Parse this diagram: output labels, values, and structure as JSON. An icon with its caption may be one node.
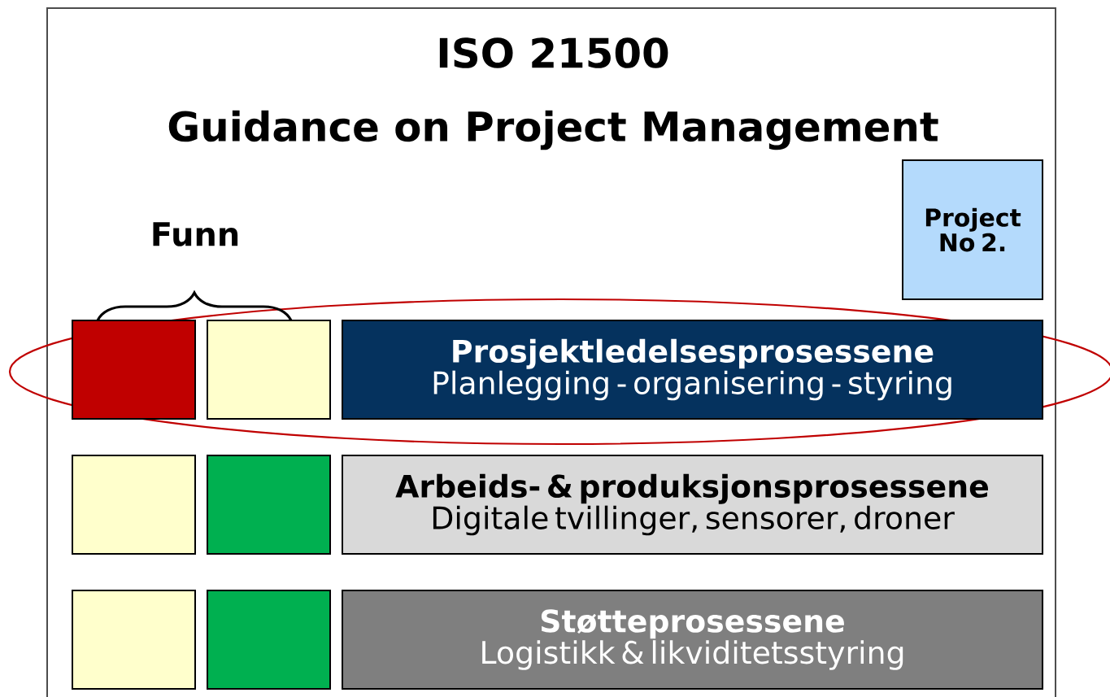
{
  "diagram": {
    "title": "ISO 21500",
    "nodes": [
      {
        "text": [
          "Project No 2."
        ]
      },
      {
        "text": [],
        "shape": "box"
      },
      {
        "text": [],
        "shape": "box"
      },
      {
        "text": [
          "Prosjektledelsesprosessene",
          "Planlegging - organisering - styring"
        ]
      },
      {
        "text": [],
        "shape": "box"
      },
      {
        "text": [],
        "shape": "box"
      },
      {
        "text": [
          "Arbeids- & produksjonsprosessene",
          "Digitale tvillinger, sensorer, droner"
        ]
      },
      {
        "text": [],
        "shape": "box"
      },
      {
        "text": [],
        "shape": "box"
      },
      {
        "text": [
          "Støtteprosessene",
          "Logistikk & likviditetsstyring"
        ]
      }
    ],
    "labels": [
      "Guidance on Project Management",
      "Funn"
    ]
  }
}
